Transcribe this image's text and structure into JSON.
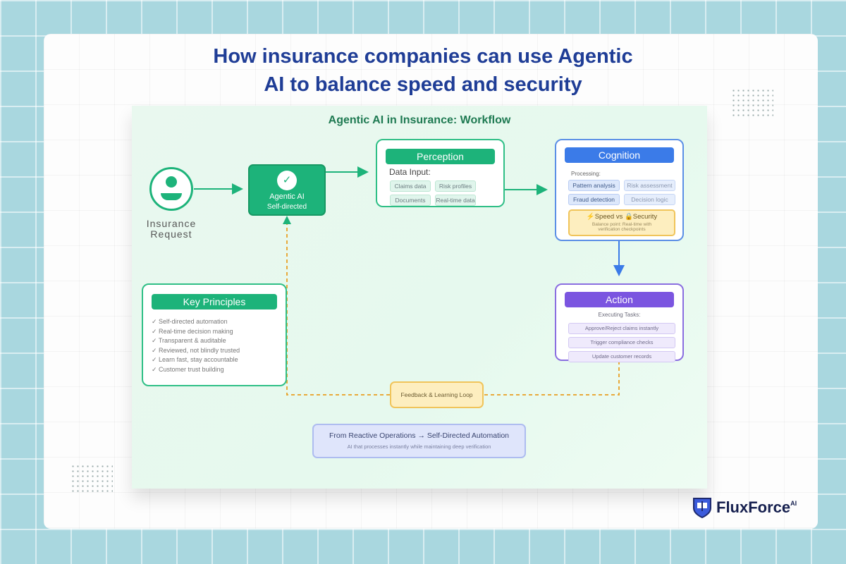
{
  "title": {
    "line1": "How insurance companies can use Agentic",
    "line2": "AI to balance speed and security"
  },
  "diagram": {
    "title": "Agentic AI in Insurance: Workflow",
    "request": {
      "line1": "Insurance",
      "line2": "Request"
    },
    "agent": {
      "line1": "Agentic AI",
      "line2": "Self-directed"
    },
    "perception": {
      "header": "Perception",
      "subtitle": "Data Input:",
      "chips": [
        "Claims data",
        "Risk profiles",
        "Documents",
        "Real-time data"
      ]
    },
    "cognition": {
      "header": "Cognition",
      "subtitle": "Processing:",
      "chips": [
        "Pattern analysis",
        "Risk assessment",
        "Fraud detection",
        "Decision logic"
      ],
      "balance_title": "⚡Speed vs 🔒Security",
      "balance_text": "Balance point: Real-time with verification checkpoints"
    },
    "action": {
      "header": "Action",
      "subtitle": "Executing Tasks:",
      "tasks": [
        "Approve/Reject claims instantly",
        "Trigger compliance checks",
        "Update customer records"
      ]
    },
    "principles": {
      "header": "Key Principles",
      "items": [
        "Self-directed automation",
        "Real-time decision making",
        "Transparent & auditable",
        "Reviewed, not blindly trusted",
        "Learn fast, stay accountable",
        "Customer trust building"
      ]
    },
    "feedback": "Feedback & Learning Loop",
    "summary": {
      "title": "From Reactive Operations → Self-Directed Automation",
      "subtitle": "AI that processes instantly while maintaining deep verification"
    }
  },
  "brand": {
    "name": "FluxForce",
    "sup": "AI"
  },
  "colors": {
    "green": "#1db37a",
    "blue": "#3b7be8",
    "purple": "#7b55e0",
    "orange": "#e8a93a",
    "title": "#1f3d96"
  }
}
